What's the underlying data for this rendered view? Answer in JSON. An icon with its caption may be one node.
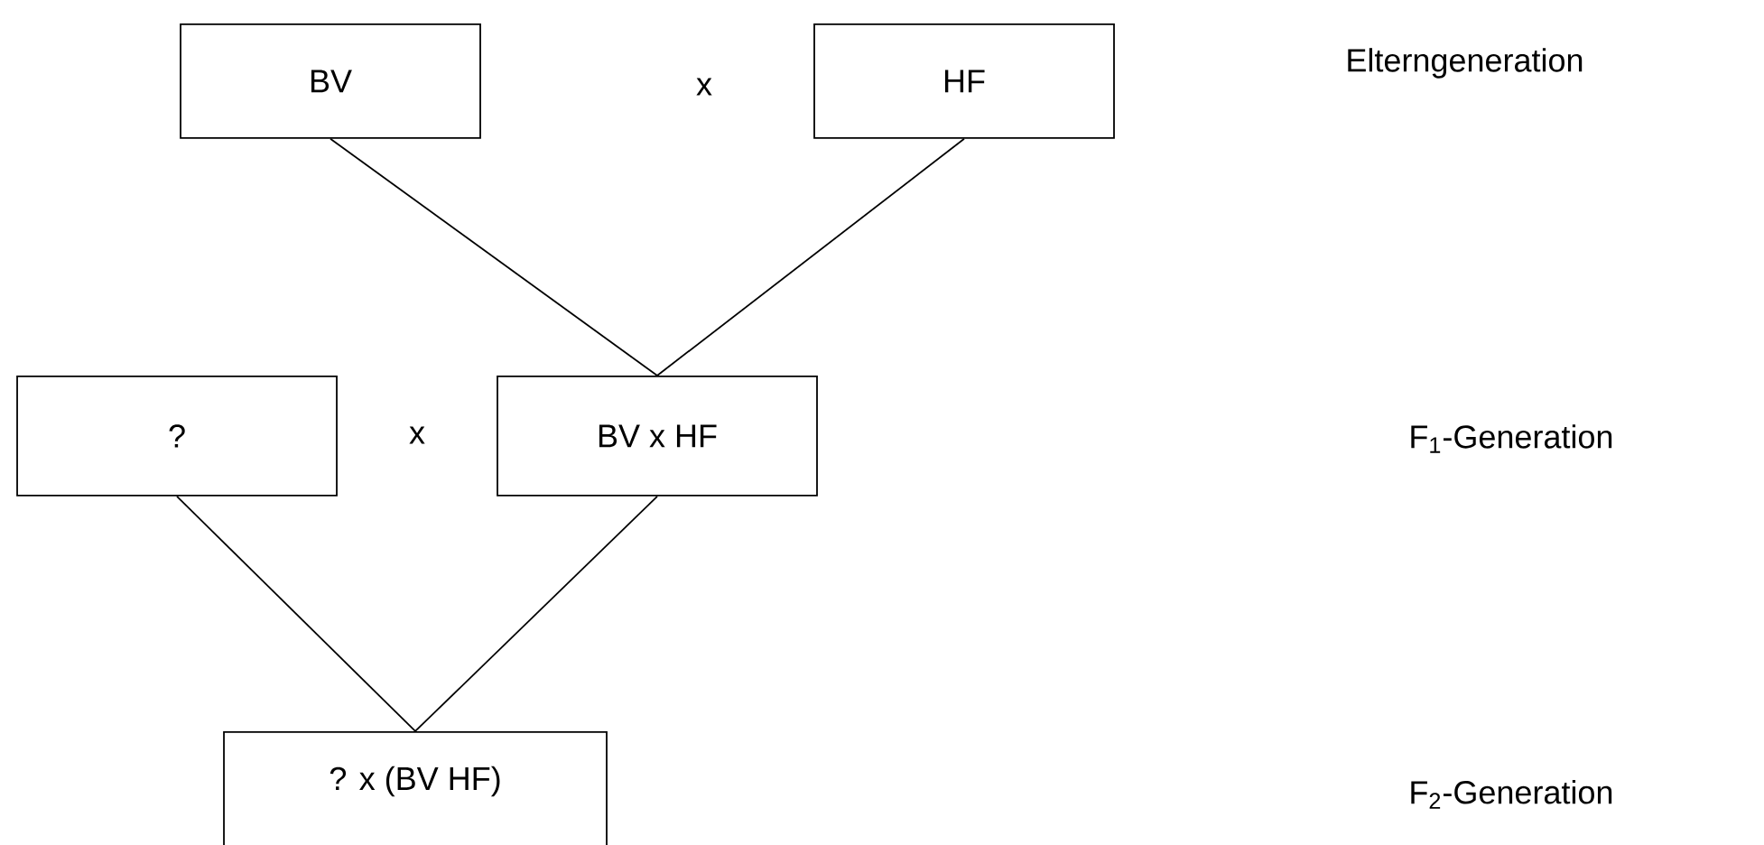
{
  "diagram": {
    "nodes": [
      {
        "text": [
          "BV"
        ]
      },
      {
        "text": [
          "HF"
        ]
      },
      {
        "text": [
          "?"
        ]
      },
      {
        "text": [
          "BV x HF"
        ]
      },
      {
        "text": [
          "? x (BV HF)"
        ]
      }
    ],
    "edges": [
      {
        "from": 0,
        "to": 3,
        "arrow": "none"
      },
      {
        "from": 1,
        "to": 3,
        "arrow": "none"
      },
      {
        "from": 2,
        "to": 4,
        "arrow": "none"
      },
      {
        "from": 3,
        "to": 4,
        "arrow": "none"
      }
    ],
    "labels": [
      "x",
      "Elterngeneration",
      "x",
      "F$_{1}$-Generation",
      "F$_{2}$-Generation"
    ]
  }
}
